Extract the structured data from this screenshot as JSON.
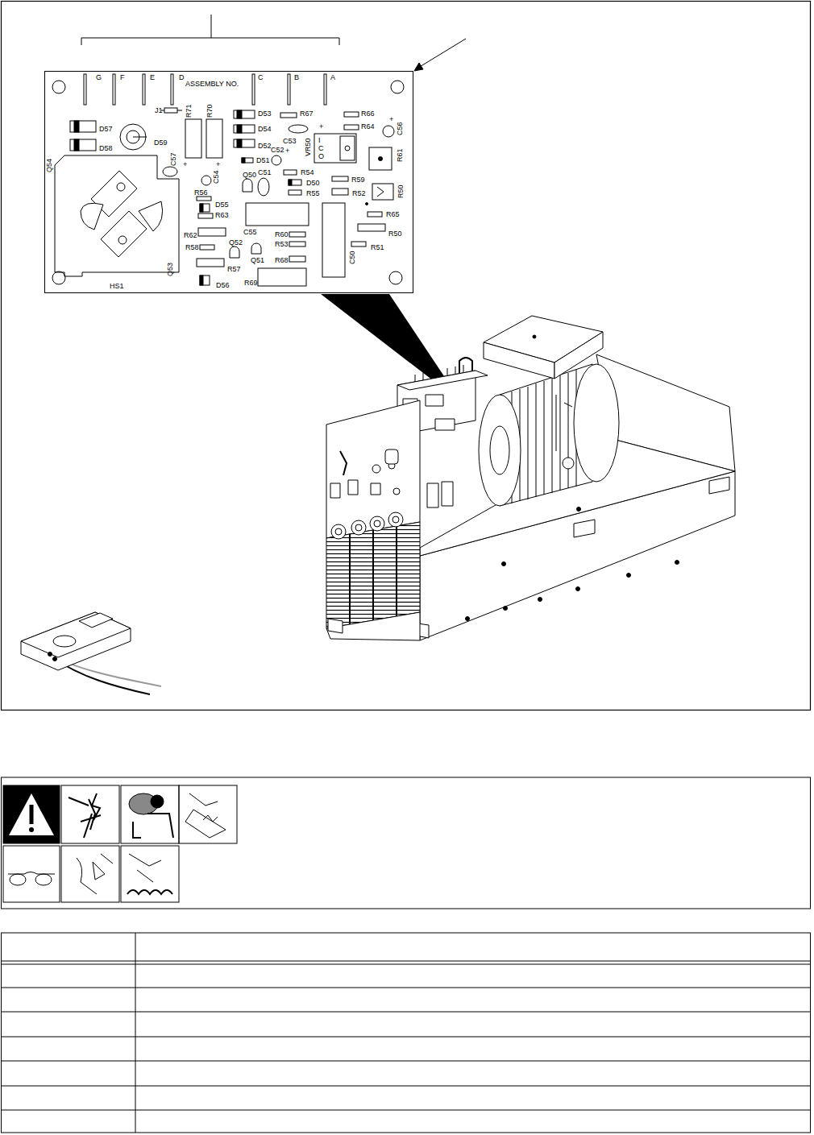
{
  "diagram": {
    "nodes": [
      {
        "text": [
          "G",
          "F",
          "E",
          "D",
          "ASSEMBLY NO.",
          "C",
          "B",
          "A",
          "J1",
          "R71",
          "R70",
          "D53",
          "R67",
          "R66",
          "D57",
          "D58",
          "D59",
          "D54",
          "C53",
          "+",
          "R64",
          "C56",
          "+",
          "D52",
          "VR50",
          "I",
          "C",
          "O",
          "C52",
          "+",
          "D51",
          "R61",
          "C57",
          "+",
          "+",
          "C54",
          "Q54",
          "Q50",
          "C51",
          "R54",
          "R59",
          "D50",
          "R55",
          "R52",
          "R50",
          "R56",
          "D55",
          "R63",
          "R65",
          "R50",
          "R51",
          "R62",
          "C55",
          "R60",
          "R53",
          "Q52",
          "R58",
          "Q51",
          "R68",
          "C50",
          "R57",
          "Q53",
          "D56",
          "HS1",
          "R69"
        ]
      }
    ]
  }
}
